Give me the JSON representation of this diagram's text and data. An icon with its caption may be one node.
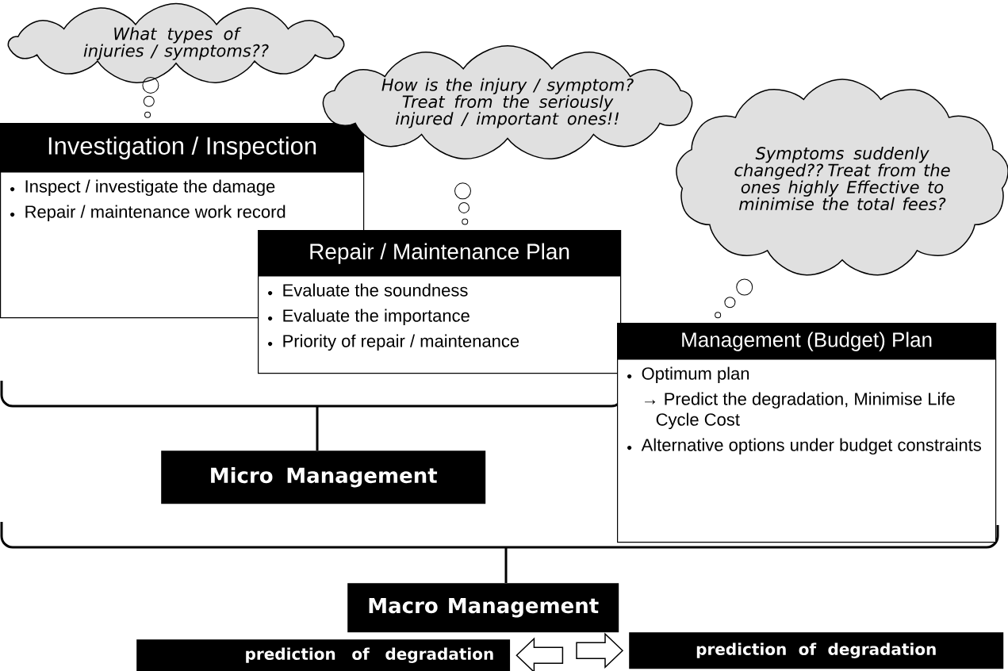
{
  "diagram": {
    "nodes": [
      {
        "text": [
          "What types of injuries / symptoms??"
        ]
      },
      {
        "text": [
          "Investigation / Inspection",
          "Inspect / investigate the damage",
          "Repair / maintenance work record"
        ]
      },
      {
        "text": [
          "How is the injury / symptom? Treat from the seriously injured / important ones!!"
        ]
      },
      {
        "text": [
          "Repair / Maintenance Plan",
          "Evaluate the soundness",
          "Evaluate the importance",
          "Priority of repair / maintenance"
        ]
      },
      {
        "text": [
          "Symptoms suddenly changed?? Treat from the ones highly Effective to minimise the total fees?"
        ]
      },
      {
        "text": [
          "Management (Budget) Plan",
          "Optimum plan",
          "→ Predict the degradation, Minimise Life Cycle Cost",
          "Alternative options under budget constraints"
        ]
      },
      {
        "text": [
          "Micro Management"
        ]
      },
      {
        "text": [
          "Macro Management"
        ]
      },
      {
        "text": [
          "prediction of degradation"
        ]
      },
      {
        "text": [
          "prediction of degradation"
        ]
      }
    ],
    "edges": [
      {
        "from": 0,
        "to": 1,
        "arrow": "none"
      },
      {
        "from": 2,
        "to": 3,
        "arrow": "none"
      },
      {
        "from": 4,
        "to": 5,
        "arrow": "none"
      },
      {
        "from": null,
        "to": 8,
        "arrow": "to"
      },
      {
        "from": null,
        "to": 9,
        "arrow": "to"
      }
    ]
  }
}
